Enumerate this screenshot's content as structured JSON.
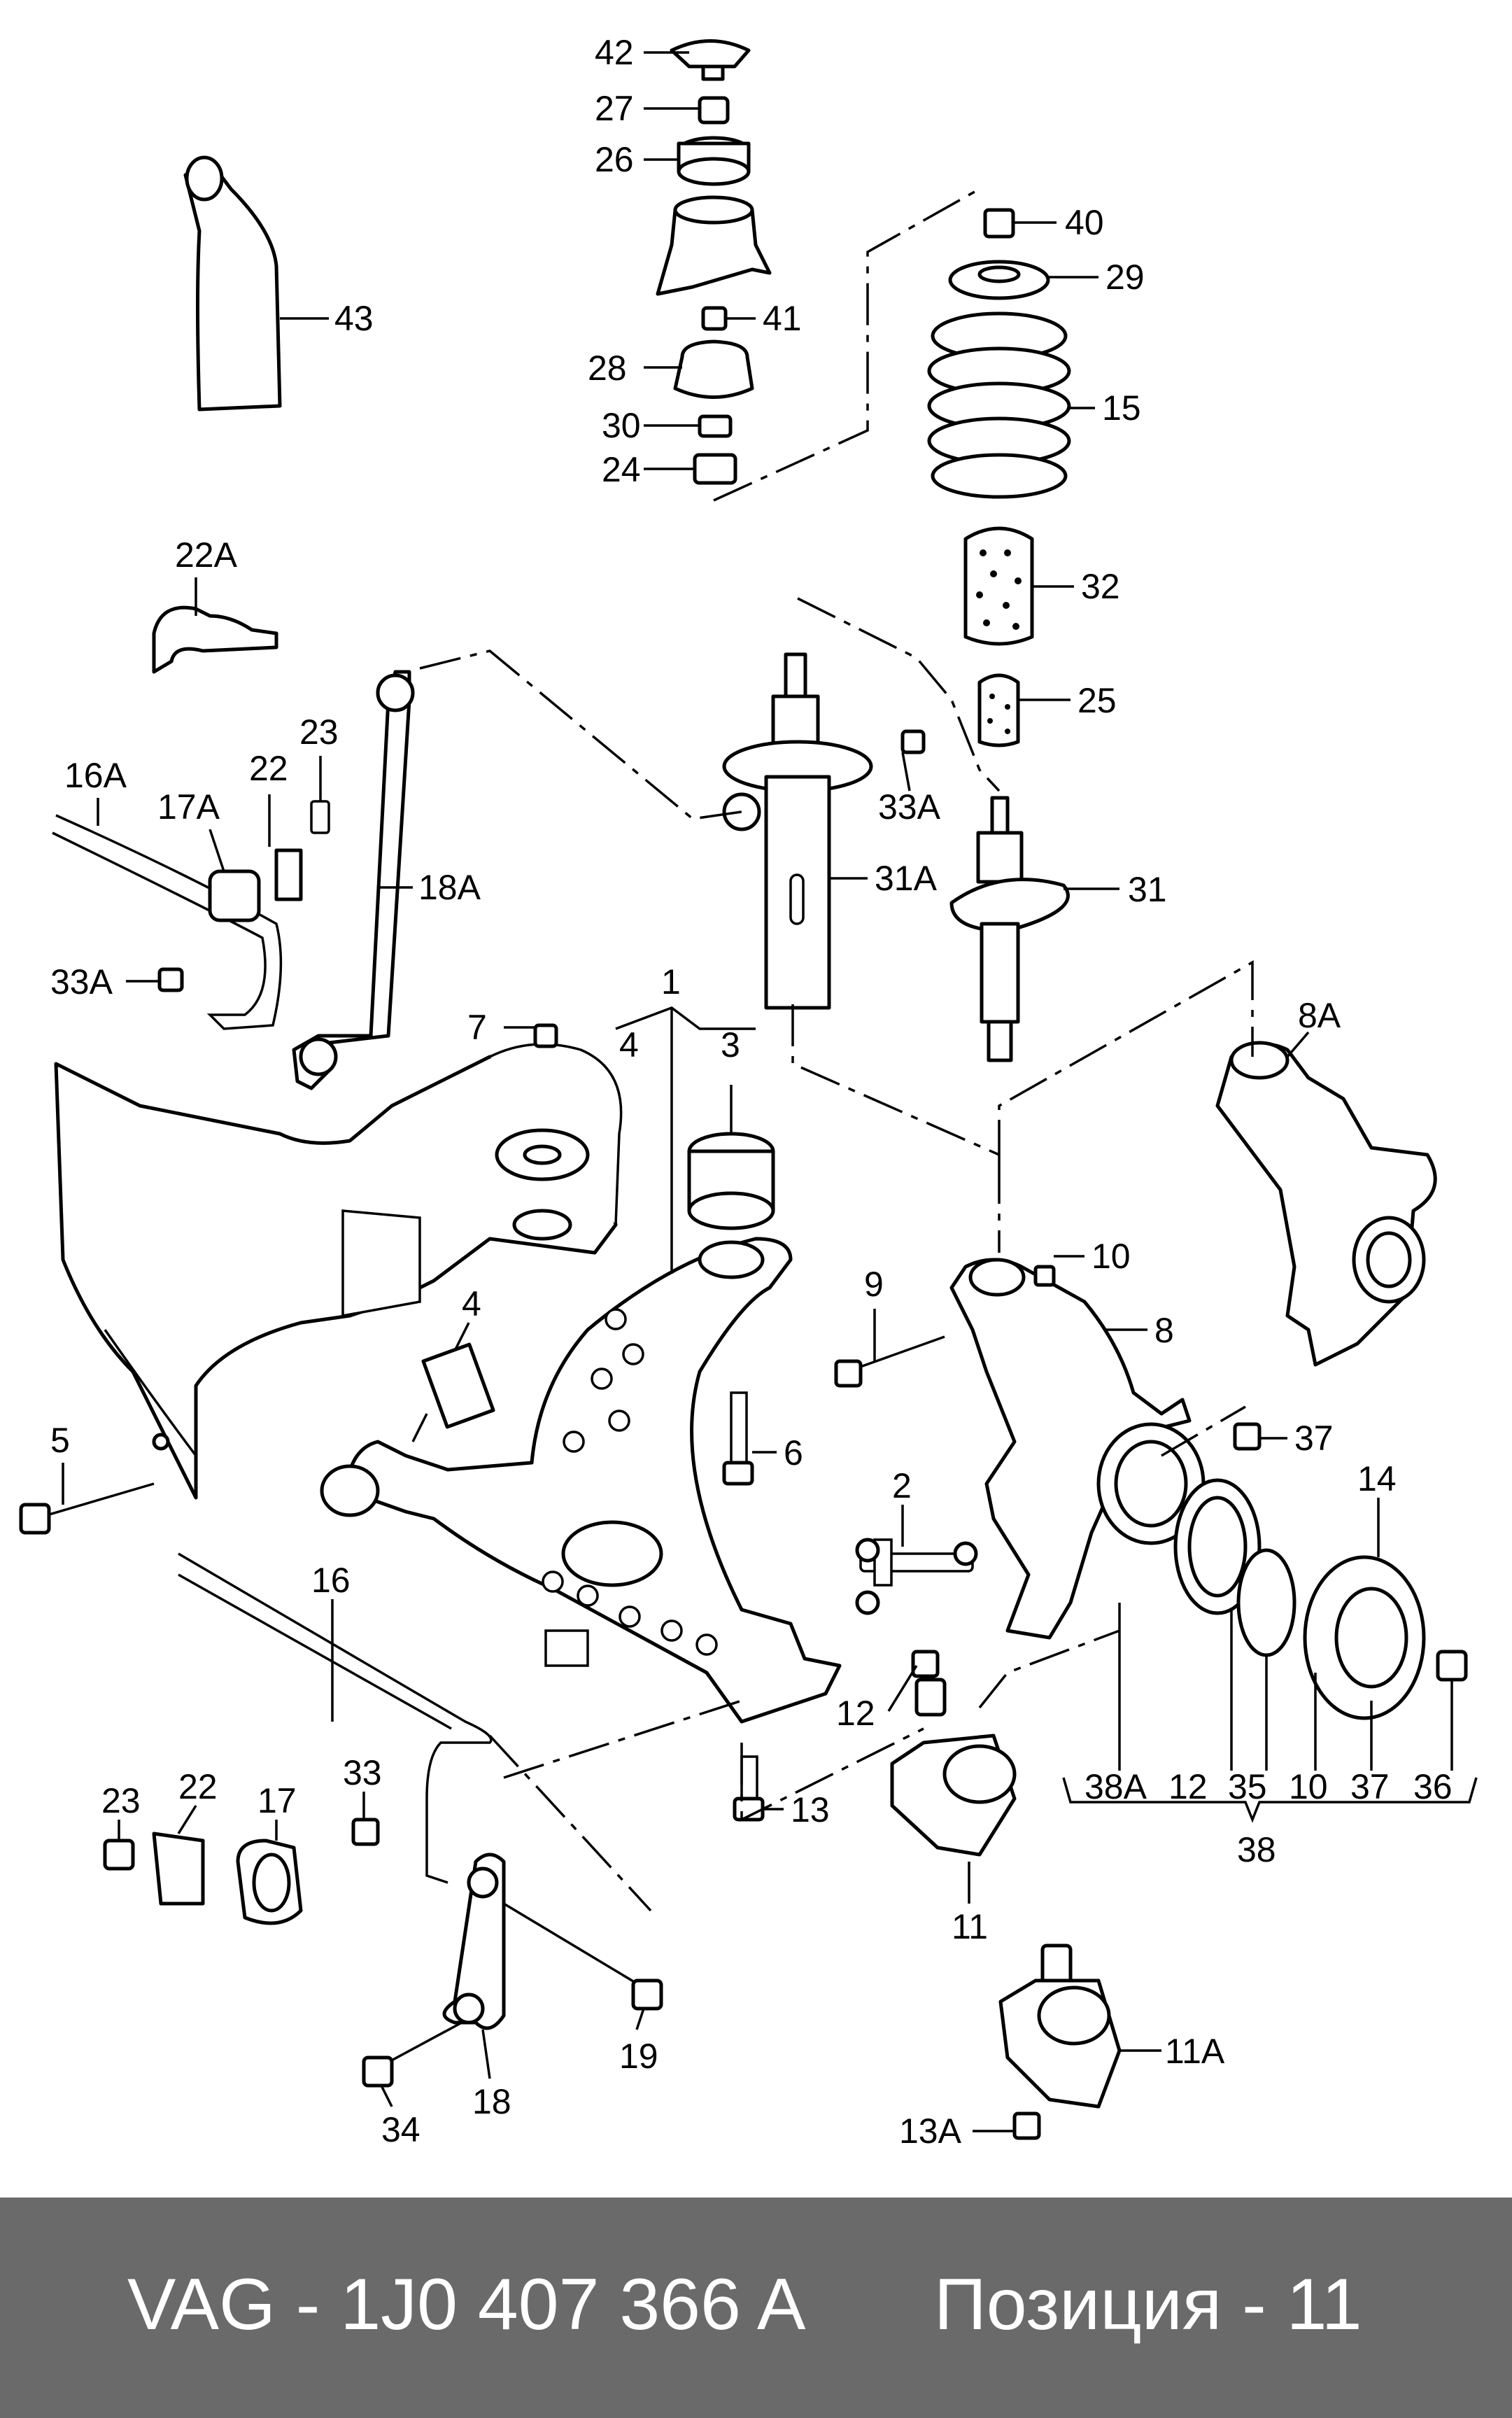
{
  "footer": {
    "part_number": "VAG - 1J0 407 366 A",
    "position": "Позиция - 11"
  },
  "callouts": {
    "c42": "42",
    "c27": "27",
    "c26": "26",
    "c41": "41",
    "c28": "28",
    "c30": "30",
    "c24": "24",
    "c40": "40",
    "c29": "29",
    "c15": "15",
    "c32": "32",
    "c25": "25",
    "c43": "43",
    "c22A": "22A",
    "c23a": "23",
    "c22a": "22",
    "c16A": "16A",
    "c17A": "17A",
    "c18A": "18A",
    "c33Aa": "33A",
    "c33Ab": "33A",
    "c31A": "31A",
    "c31": "31",
    "c1": "1",
    "c7": "7",
    "c4a": "4",
    "c3": "3",
    "c8A": "8A",
    "c4b": "4",
    "c5": "5",
    "c6": "6",
    "c9": "9",
    "c10a": "10",
    "c8": "8",
    "c37a": "37",
    "c14": "14",
    "c2": "2",
    "c16": "16",
    "c12a": "12",
    "c13": "13",
    "c23b": "23",
    "c22b": "22",
    "c17": "17",
    "c33": "33",
    "c38A": "38A",
    "c12b": "12",
    "c35": "35",
    "c10b": "10",
    "c37b": "37",
    "c36": "36",
    "c38": "38",
    "c11": "11",
    "c19": "19",
    "c34": "34",
    "c18": "18",
    "c11A": "11A",
    "c13A": "13A"
  }
}
